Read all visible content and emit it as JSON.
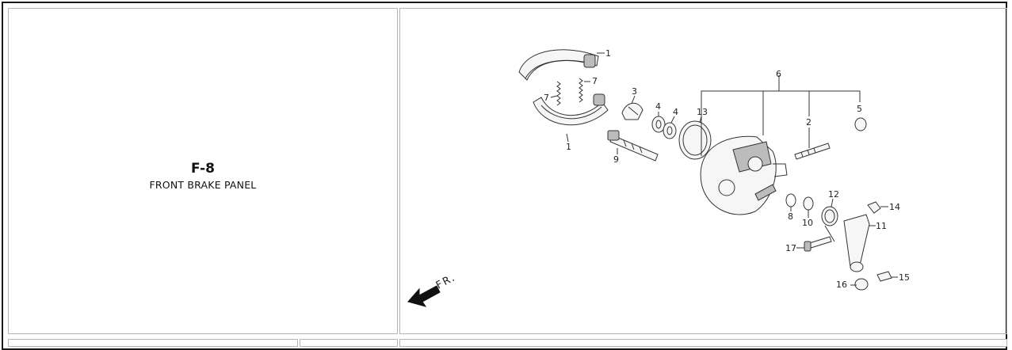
{
  "section": {
    "code": "F-8",
    "title": "FRONT BRAKE PANEL"
  },
  "diagram": {
    "direction_label": "FR.",
    "callouts": [
      "1",
      "1",
      "7",
      "7",
      "3",
      "4",
      "4",
      "13",
      "6",
      "2",
      "5",
      "9",
      "8",
      "10",
      "12",
      "14",
      "11",
      "17",
      "16",
      "15"
    ]
  }
}
